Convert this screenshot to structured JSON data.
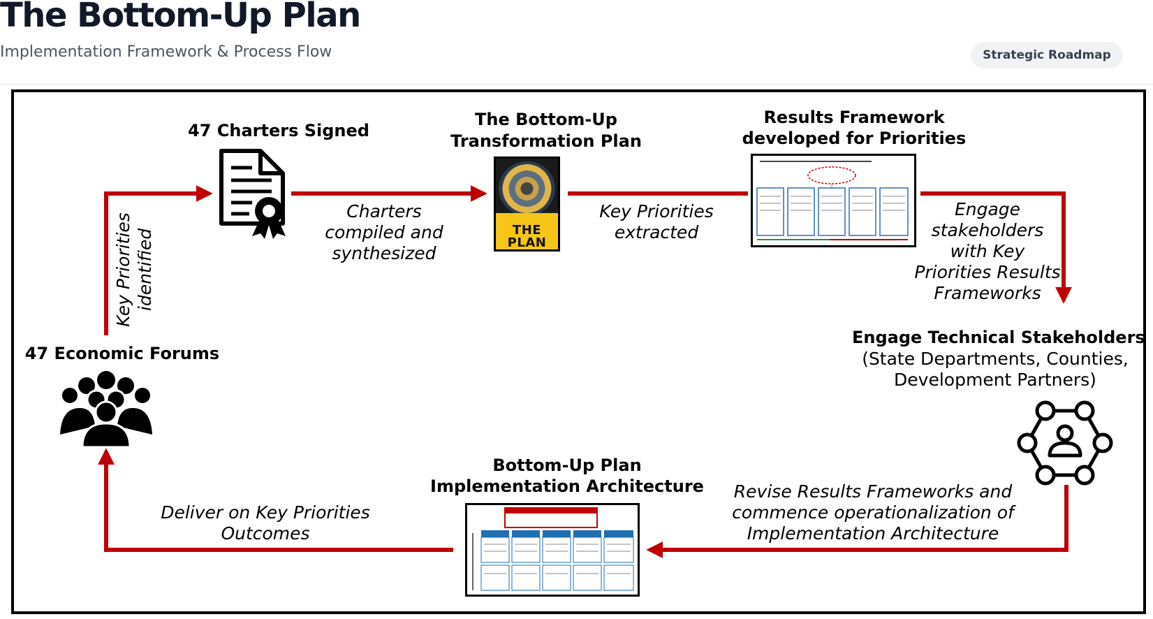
{
  "header": {
    "title": "The Bottom-Up Plan",
    "subtitle": "Implementation Framework & Process Flow",
    "badge": "Strategic Roadmap"
  },
  "colors": {
    "arrow": "#c00000",
    "frame": "#000000",
    "plan_cover": "#f5c518"
  },
  "nodes": {
    "charters": {
      "label": "47 Charters Signed",
      "icon": "certificate-document-icon"
    },
    "plan": {
      "label_line1": "The Bottom-Up",
      "label_line2": "Transformation Plan",
      "cover_text": "THE PLAN"
    },
    "results": {
      "label_line1": "Results Framework",
      "label_line2": "developed for Priorities"
    },
    "technical": {
      "label": "Engage Technical Stakeholders",
      "detail_line1": "(State Departments, Counties,",
      "detail_line2": "Development Partners)",
      "icon": "stakeholder-network-icon"
    },
    "architecture": {
      "label_line1": "Bottom-Up Plan",
      "label_line2": "Implementation Architecture"
    },
    "forums": {
      "label": "47 Economic Forums",
      "icon": "people-group-icon"
    }
  },
  "edges": {
    "key_priorities_identified": {
      "line1": "Key Priorities",
      "line2": "identified"
    },
    "charters_compiled": {
      "line1": "Charters",
      "line2": "compiled and",
      "line3": "synthesized"
    },
    "key_priorities_extracted": {
      "line1": "Key Priorities",
      "line2": "extracted"
    },
    "engage_stakeholders": {
      "line1": "Engage",
      "line2": "stakeholders",
      "line3": "with Key",
      "line4": "Priorities Results",
      "line5": "Frameworks"
    },
    "revise_frameworks": {
      "line1": "Revise Results Frameworks and",
      "line2": "commence operationalization of",
      "line3": "Implementation Architecture"
    },
    "deliver_outcomes": {
      "line1": "Deliver on Key Priorities",
      "line2": "Outcomes"
    }
  }
}
